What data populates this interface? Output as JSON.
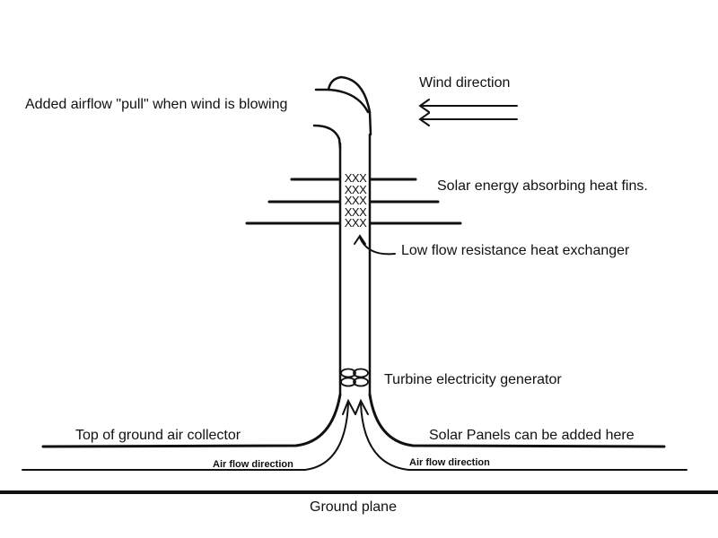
{
  "diagram": {
    "title": "Solar updraft tower with wind-assisted airflow",
    "labels": {
      "airflow_pull": "Added airflow \"pull\" when wind is blowing",
      "wind_direction": "Wind direction",
      "heat_fins": "Solar energy absorbing heat fins.",
      "heat_exchanger": "Low flow resistance heat exchanger",
      "turbine": "Turbine electricity generator",
      "collector_top": "Top of ground air collector",
      "solar_panels": "Solar Panels can be added here",
      "air_flow_left": "Air flow direction",
      "air_flow_right": "Air flow direction",
      "ground_plane": "Ground plane"
    },
    "heat_exchanger_rows": [
      "XXX",
      "XXX",
      "XXX",
      "XXX",
      "XXX"
    ],
    "colors": {
      "stroke": "#111111",
      "background": "#ffffff"
    }
  }
}
